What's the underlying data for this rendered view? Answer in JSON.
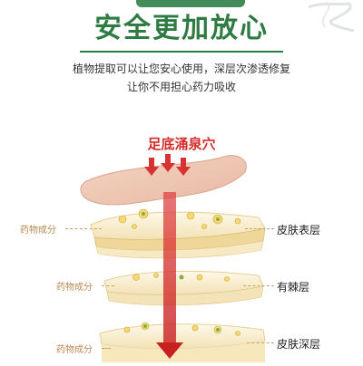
{
  "header": {
    "headline": "安全更加放心",
    "subtitle_line1": "植物提取可以让您安心使用，深层次渗透修复",
    "subtitle_line2": "让你不用担心药力吸收"
  },
  "diagram": {
    "point_label": "足底涌泉穴",
    "left_labels": [
      "药物成分",
      "药物成分",
      "药物成分"
    ],
    "layers": [
      "皮肤表层",
      "有棘层",
      "皮肤深层"
    ]
  },
  "colors": {
    "headline": "#2f7b44",
    "point_label": "#d42b2b",
    "arrow": "#d83232",
    "skin": "#f0c9b6",
    "layer": "#fbf3d9",
    "layer_edge": "#e7cf95"
  }
}
